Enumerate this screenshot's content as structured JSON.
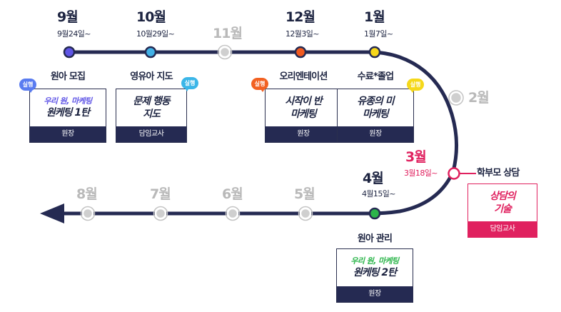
{
  "months": {
    "sep": {
      "label": "9월",
      "date": "9월24일~"
    },
    "oct": {
      "label": "10월",
      "date": "10월29일~"
    },
    "nov": {
      "label": "11월"
    },
    "dec": {
      "label": "12월",
      "date": "12월3일~"
    },
    "jan": {
      "label": "1월",
      "date": "1월7일~"
    },
    "feb": {
      "label": "2월"
    },
    "mar": {
      "label": "3월",
      "date": "3월18일~"
    },
    "apr": {
      "label": "4월",
      "date": "4월15일~"
    },
    "may": {
      "label": "5월"
    },
    "jun": {
      "label": "6월"
    },
    "jul": {
      "label": "7월"
    },
    "aug": {
      "label": "8월"
    }
  },
  "programs": {
    "sep": {
      "title": "원아 모집",
      "line1": "우리 원, 마케팅",
      "line2": "원케팅 1탄",
      "owner": "원장",
      "badge": "실행"
    },
    "oct": {
      "title": "영유아 지도",
      "line1": "문제 행동",
      "line2": "지도",
      "owner": "담임교사",
      "badge": "실행"
    },
    "dec": {
      "title": "오리엔테이션",
      "line1": "시작이 반",
      "line2": "마케팅",
      "owner": "원장",
      "badge": "실행"
    },
    "jan": {
      "title": "수료*졸업",
      "line1": "유종의 미",
      "line2": "마케팅",
      "owner": "원장",
      "badge": "실행"
    },
    "mar": {
      "title": "학부모 상담",
      "line1": "상담의",
      "line2": "기술",
      "owner": "담임교사"
    },
    "apr": {
      "title": "원아 관리",
      "line1": "우리 원, 마케팅",
      "line2": "원케팅 2탄",
      "owner": "원장"
    }
  },
  "colors": {
    "track": "#252a52",
    "sep": "#5f55e6",
    "oct": "#42b1e6",
    "dec": "#f25a1f",
    "jan": "#f7d71a",
    "mar": "#e0215f",
    "apr": "#2bb54a",
    "inactive": "#c4c4c4",
    "badge_blue": "#5a7cf0",
    "badge_teal": "#3bb6e8",
    "badge_orange": "#f26122",
    "badge_yellow": "#f5d81a"
  }
}
